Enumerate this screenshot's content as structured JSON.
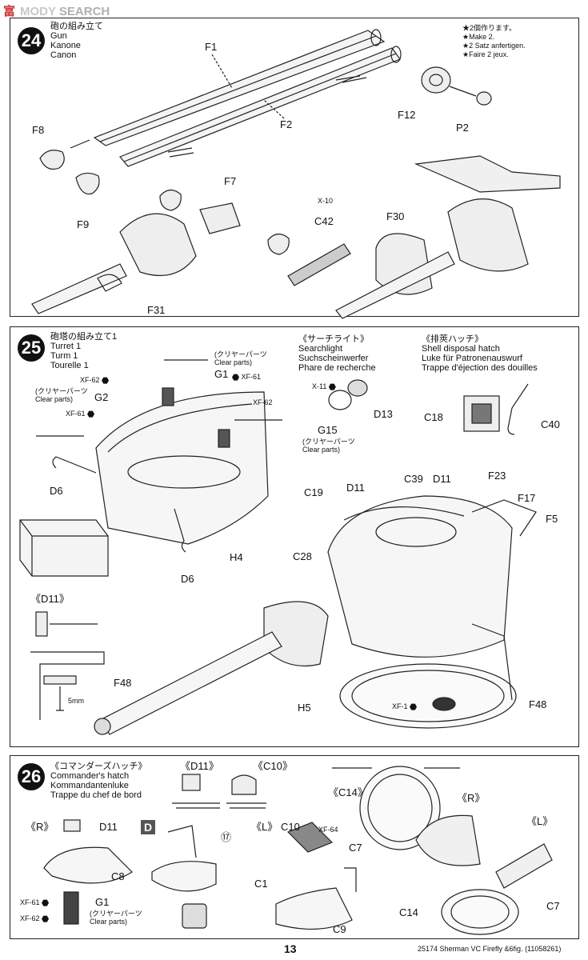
{
  "watermark": {
    "site_left": "富",
    "site_mid": "MODY",
    "site_right": "SEARCH"
  },
  "step24": {
    "number": "24",
    "title_jp": "砲の組み立て",
    "title_en": "Gun",
    "title_de": "Kanone",
    "title_fr": "Canon",
    "note": [
      "★2個作ります。",
      "★Make 2.",
      "★2 Satz anfertigen.",
      "★Faire 2 jeux."
    ],
    "labels": [
      "F1",
      "F2",
      "F8",
      "F9",
      "F7",
      "X-10",
      "C42",
      "F12",
      "P2",
      "F30",
      "F31"
    ]
  },
  "step25": {
    "number": "25",
    "title_jp": "砲塔の組み立て1",
    "title_en": "Turret 1",
    "title_de": "Turm 1",
    "title_fr": "Tourelle 1",
    "clear_parts_jp": "クリヤーパーツ",
    "clear_parts_en": "Clear parts",
    "searchlight": {
      "jp": "《サーチライト》",
      "en": "Searchlight",
      "de": "Suchscheinwerfer",
      "fr": "Phare de recherche"
    },
    "hatch": {
      "jp": "《排莢ハッチ》",
      "en": "Shell disposal hatch",
      "de": "Luke für Patronenauswurf",
      "fr": "Trappe d'éjection des douilles"
    },
    "labels": {
      "xf62a": "XF-62",
      "g2": "G2",
      "xf61a": "XF-61",
      "g1": "G1",
      "xf61b": "XF-61",
      "xf62b": "XF-62",
      "d6a": "D6",
      "h4": "H4",
      "d6b": "D6",
      "x11": "X-11",
      "d13": "D13",
      "g15": "G15",
      "c18": "C18",
      "c40": "C40",
      "c19": "C19",
      "d11a": "D11",
      "c39": "C39",
      "d11b": "D11",
      "f23": "F23",
      "f17": "F17",
      "f5": "F5",
      "c28": "C28",
      "d11note": "《D11》",
      "f48a": "F48",
      "mm": "5mm",
      "h5": "H5",
      "xf1": "XF-1",
      "f48b": "F48"
    }
  },
  "step26": {
    "number": "26",
    "title_jp": "《コマンダーズハッチ》",
    "title_en": "Commander's hatch",
    "title_de": "Kommandantenluke",
    "title_fr": "Trappe du chef de bord",
    "labels": {
      "d11note": "《D11》",
      "c10note": "《C10》",
      "c14note": "《C14》",
      "r1": "《R》",
      "d11": "D11",
      "c8": "C8",
      "xf61": "XF-61",
      "g1": "G1",
      "xf62": "XF-62",
      "clear_jp": "クリヤーパーツ",
      "clear_en": "Clear parts",
      "dbox": "D",
      "circ17": "⑰",
      "l1": "《L》",
      "c10": "C10",
      "xf64": "XF-64",
      "c7a": "C7",
      "c1": "C1",
      "c9": "C9",
      "r2": "《R》",
      "l2": "《L》",
      "c14": "C14",
      "c7b": "C7"
    }
  },
  "footer": {
    "page": "13",
    "code": "25174  Sherman VC Firefly &6fig. (11058261)"
  }
}
